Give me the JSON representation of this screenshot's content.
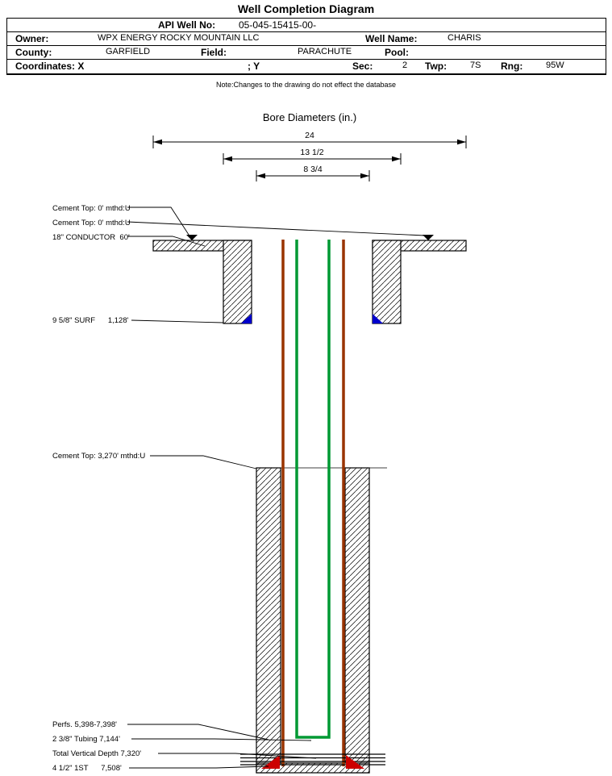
{
  "title": "Well Completion Diagram",
  "header": {
    "api": {
      "label": "API Well No:",
      "value": "05-045-15415-00-"
    },
    "owner": {
      "label": "Owner:",
      "value": "WPX ENERGY ROCKY MOUNTAIN LLC"
    },
    "well_name": {
      "label": "Well Name:",
      "value": "CHARIS"
    },
    "county": {
      "label": "County:",
      "value": "GARFIELD"
    },
    "field": {
      "label": "Field:",
      "value": "PARACHUTE"
    },
    "pool": {
      "label": "Pool:",
      "value": ""
    },
    "coordinates": {
      "label": "Coordinates: X",
      "x_value": "",
      "y_label": "; Y",
      "y_value": ""
    },
    "sec": {
      "label": "Sec:",
      "value": "2"
    },
    "twp": {
      "label": "Twp:",
      "value": "7S"
    },
    "rng": {
      "label": "Rng:",
      "value": "95W"
    }
  },
  "note": "Note:Changes to the drawing do not effect the database",
  "bore": {
    "title": "Bore Diameters (in.)",
    "dims": {
      "d24": "24",
      "d13": "13 1/2",
      "d8": "8 3/4"
    }
  },
  "annotations": {
    "cement_top_a": "Cement Top: 0' mthd:U",
    "cement_top_b": "Cement Top: 0' mthd:U",
    "conductor": "18\" CONDUCTOR  60'",
    "surface_casing": "9 5/8\" SURF      1,128'",
    "cement_top_c": "Cement Top: 3,270' mthd:U",
    "perfs": "Perfs. 5,398-7,398'",
    "tubing": "2 3/8\" Tubing 7,144'",
    "tvd": "Total Vertical Depth 7,320'",
    "production_casing": "4 1/2\" 1ST      7,508'"
  },
  "colors": {
    "casing_brown": "#993300",
    "tubing_green": "#009933",
    "shoe_blue": "#0000CC",
    "shoe_red": "#CC0000",
    "line_black": "#000000"
  }
}
